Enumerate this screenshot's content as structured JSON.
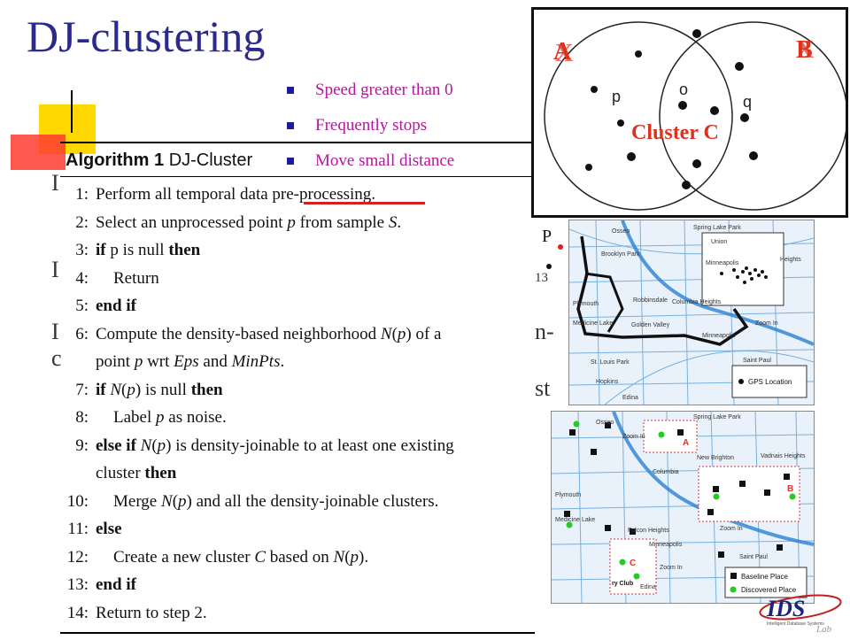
{
  "title": "DJ-clustering",
  "bullets": [
    "Speed greater than 0",
    "Frequently stops",
    "Move small distance"
  ],
  "algorithm": {
    "header_bold": "Algorithm 1",
    "header_name": "DJ-Cluster",
    "lines": [
      {
        "n": "1:",
        "indent": false,
        "parts": [
          {
            "t": "Perform all temporal data pre-processing."
          }
        ]
      },
      {
        "n": "2:",
        "indent": false,
        "parts": [
          {
            "t": "Select an unprocessed point "
          },
          {
            "t": "p",
            "i": true
          },
          {
            "t": " from sample "
          },
          {
            "t": "S",
            "i": true
          },
          {
            "t": "."
          }
        ]
      },
      {
        "n": "3:",
        "indent": false,
        "parts": [
          {
            "t": "if",
            "b": true
          },
          {
            "t": " p is null "
          },
          {
            "t": "then",
            "b": true
          }
        ]
      },
      {
        "n": "4:",
        "indent": true,
        "parts": [
          {
            "t": "Return"
          }
        ]
      },
      {
        "n": "5:",
        "indent": false,
        "parts": [
          {
            "t": "end if",
            "b": true
          }
        ]
      },
      {
        "n": "6:",
        "indent": false,
        "parts": [
          {
            "t": "Compute the density-based neighborhood "
          },
          {
            "t": "N",
            "i": true
          },
          {
            "t": "("
          },
          {
            "t": "p",
            "i": true
          },
          {
            "t": ") of a"
          }
        ]
      },
      {
        "n": "",
        "indent": false,
        "parts": [
          {
            "t": "point "
          },
          {
            "t": "p",
            "i": true
          },
          {
            "t": " wrt "
          },
          {
            "t": "Eps",
            "i": true
          },
          {
            "t": " and "
          },
          {
            "t": "MinPts",
            "i": true
          },
          {
            "t": "."
          }
        ]
      },
      {
        "n": "7:",
        "indent": false,
        "parts": [
          {
            "t": "if",
            "b": true
          },
          {
            "t": " "
          },
          {
            "t": "N",
            "i": true
          },
          {
            "t": "("
          },
          {
            "t": "p",
            "i": true
          },
          {
            "t": ") is null "
          },
          {
            "t": "then",
            "b": true
          }
        ]
      },
      {
        "n": "8:",
        "indent": true,
        "parts": [
          {
            "t": "Label "
          },
          {
            "t": "p",
            "i": true
          },
          {
            "t": " as noise."
          }
        ]
      },
      {
        "n": "9:",
        "indent": false,
        "parts": [
          {
            "t": "else if",
            "b": true
          },
          {
            "t": " "
          },
          {
            "t": "N",
            "i": true
          },
          {
            "t": "("
          },
          {
            "t": "p",
            "i": true
          },
          {
            "t": ") is density-joinable to at least one existing"
          }
        ]
      },
      {
        "n": "",
        "indent": false,
        "parts": [
          {
            "t": "cluster "
          },
          {
            "t": "then",
            "b": true
          }
        ]
      },
      {
        "n": "10:",
        "indent": true,
        "parts": [
          {
            "t": "Merge "
          },
          {
            "t": "N",
            "i": true
          },
          {
            "t": "("
          },
          {
            "t": "p",
            "i": true
          },
          {
            "t": ") and all the density-joinable clusters."
          }
        ]
      },
      {
        "n": "11:",
        "indent": false,
        "parts": [
          {
            "t": "else",
            "b": true
          }
        ]
      },
      {
        "n": "12:",
        "indent": true,
        "parts": [
          {
            "t": "Create a new cluster "
          },
          {
            "t": "C",
            "i": true
          },
          {
            "t": " based on "
          },
          {
            "t": "N",
            "i": true
          },
          {
            "t": "("
          },
          {
            "t": "p",
            "i": true
          },
          {
            "t": ")."
          }
        ]
      },
      {
        "n": "13:",
        "indent": false,
        "parts": [
          {
            "t": "end if",
            "b": true
          }
        ]
      },
      {
        "n": "14:",
        "indent": false,
        "parts": [
          {
            "t": "Return to step 2."
          }
        ]
      }
    ]
  },
  "venn": {
    "label_left": "A",
    "label_left_overlay": "X",
    "label_right": "B",
    "label_right_overlay": "X",
    "point_p": "p",
    "point_o": "o",
    "point_q": "q",
    "cluster_label": "Cluster C",
    "label_color": "#e0301e"
  },
  "side": {
    "p_label": "P",
    "number_fragment": "13"
  },
  "map1": {
    "places": [
      "Osseo",
      "Spring Lake Park",
      "Brooklyn Park",
      "Union",
      "Minneapolis",
      "Columbia Heights",
      "Robbinsdale",
      "Plymouth",
      "Medicine Lake",
      "Golden Valley",
      "Minneapolis",
      "St. Louis Park",
      "Hopkins",
      "Edina",
      "Saint Paul",
      "Zoom In",
      "Heights"
    ],
    "legend": "GPS Location"
  },
  "map2": {
    "places": [
      "Osseo",
      "Spring Lake Park",
      "Zoom In",
      "New Brighton",
      "Vadnais Heights",
      "Columbia",
      "Plymouth",
      "Medicine Lake",
      "Falcon Heights",
      "Minneapolis",
      "Zoom In",
      "Saint Paul",
      "Edina",
      "Zoom In",
      "ry Club"
    ],
    "marks": [
      "A",
      "B",
      "C"
    ],
    "legend": [
      "Baseline Place",
      "Discovered Place"
    ]
  },
  "logo": {
    "text": "IDS",
    "sub": "Intelligent Database Systems",
    "lab": "Lab"
  }
}
